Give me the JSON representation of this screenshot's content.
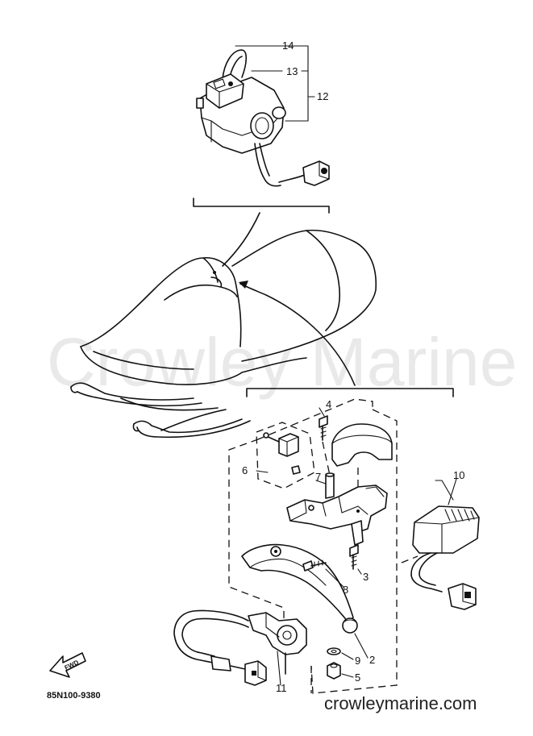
{
  "watermark": "Crowley Marine",
  "website": "crowleymarine.com",
  "drawing_code": "85N100-9380",
  "fwd_arrow": {
    "label": "FWD",
    "icon": "fwd-arrow-icon"
  },
  "callouts": {
    "c14": "14",
    "c13": "13",
    "c12": "12",
    "c4": "4",
    "c6": "6",
    "c7": "7",
    "c10": "10",
    "c3": "3",
    "c8": "8",
    "c2": "2",
    "c9": "9",
    "c5": "5",
    "c11": "11"
  }
}
